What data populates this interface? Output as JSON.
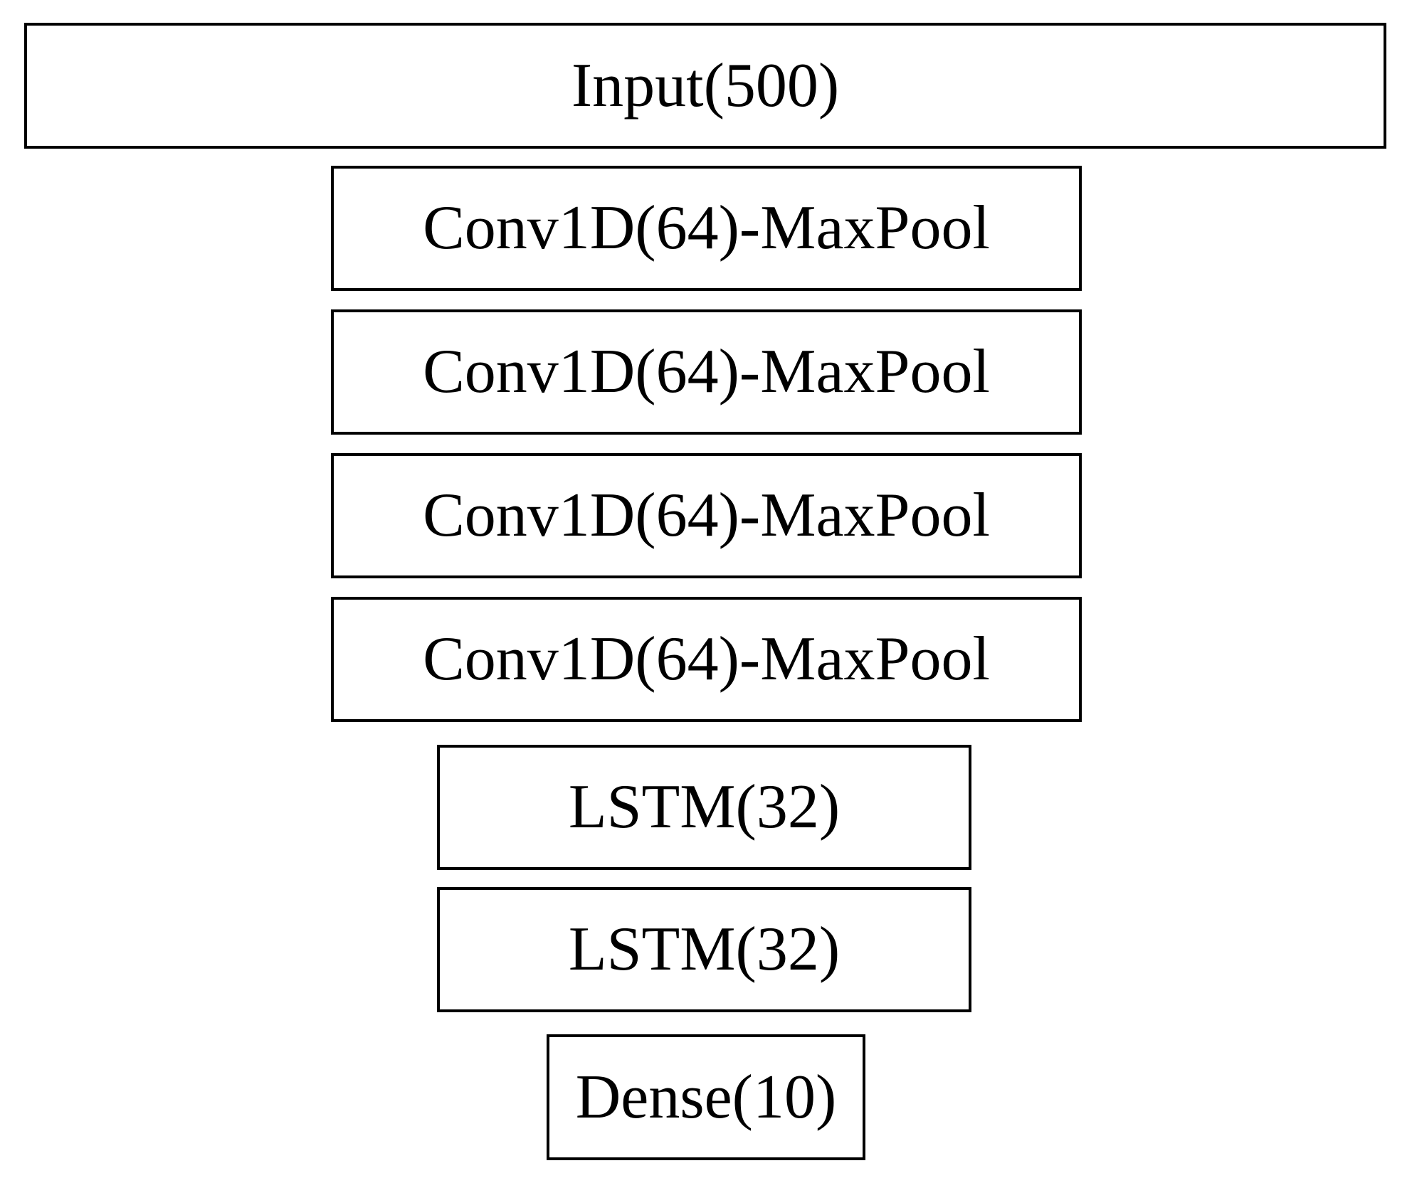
{
  "diagram": {
    "type": "neural-network-architecture",
    "layers": [
      {
        "label": "Input(500)"
      },
      {
        "label": "Conv1D(64)-MaxPool"
      },
      {
        "label": "Conv1D(64)-MaxPool"
      },
      {
        "label": "Conv1D(64)-MaxPool"
      },
      {
        "label": "Conv1D(64)-MaxPool"
      },
      {
        "label": "LSTM(32)"
      },
      {
        "label": "LSTM(32)"
      },
      {
        "label": "Dense(10)"
      }
    ],
    "colors": {
      "border": "#000000",
      "background": "#ffffff",
      "text": "#000000"
    }
  }
}
